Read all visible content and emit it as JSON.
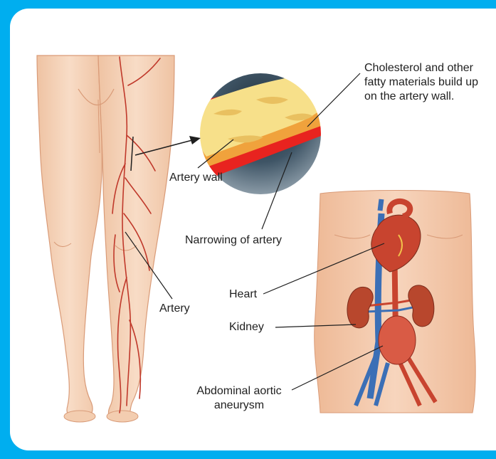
{
  "labels": {
    "cholesterol": [
      "Cholesterol and other",
      "fatty materials build up",
      "on the artery wall."
    ],
    "artery_wall": "Artery wall",
    "narrowing": "Narrowing of artery",
    "artery": "Artery",
    "heart": "Heart",
    "kidney": "Kidney",
    "aneurysm": [
      "Abdominal aortic",
      "aneurysm"
    ]
  },
  "colors": {
    "frame": "#00aeef",
    "skin": "#f6d2b6",
    "skin_shadow": "#e8b593",
    "artery_red": "#c0392b",
    "wall_red": "#e8231f",
    "plaque_yellow": "#f7e08a",
    "vein_blue": "#3b6fb6",
    "heart_red": "#c8442f"
  }
}
